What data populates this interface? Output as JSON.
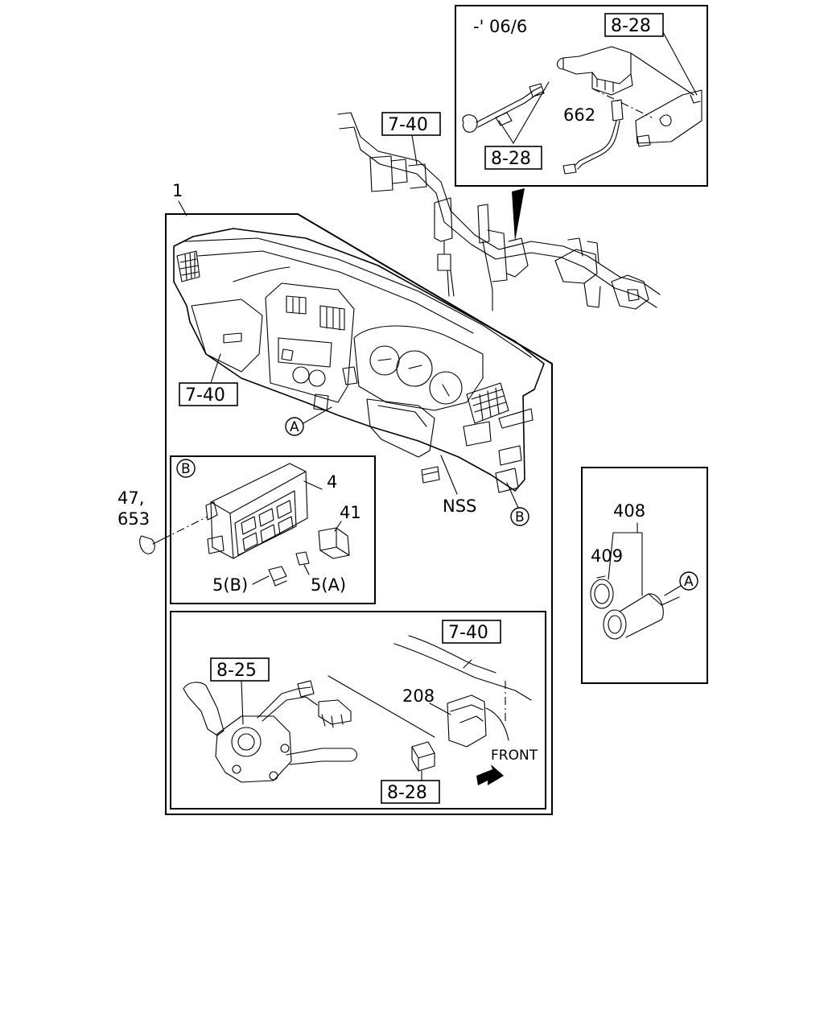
{
  "date_note": "-' 06/6",
  "labels": {
    "main_assembly": "1",
    "harness_top": "7-40",
    "harness_left": "7-40",
    "harness_lower": "7-40",
    "inset_connector": "8-28",
    "inset_bracket": "8-28",
    "lower_connector": "8-28",
    "combination_switch": "8-25",
    "cable_662": "662",
    "control_panel": "4",
    "knob_41": "41",
    "switch_5b": "5(B)",
    "switch_5a": "5(A)",
    "screw_47": "47,",
    "screw_653": "653",
    "nss": "NSS",
    "part_208": "208",
    "lighter_408": "408",
    "lighter_409": "409",
    "front": "FRONT"
  },
  "callouts": {
    "a_dash": "A",
    "b_dash": "B",
    "b_panel": "B",
    "a_lighter": "A"
  }
}
